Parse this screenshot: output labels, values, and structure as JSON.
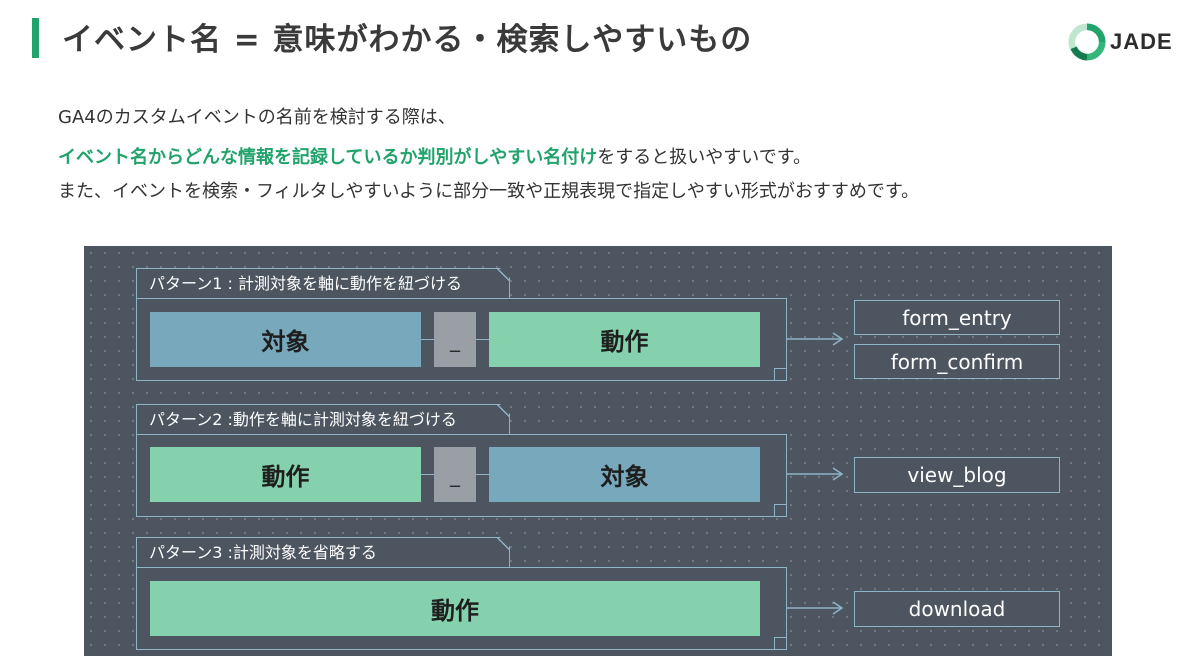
{
  "header": {
    "title": "イベント名 = 意味がわかる・検索しやすいもの",
    "logo_text": "JADE",
    "accent_color": "#22a36b"
  },
  "intro": {
    "line1": "GA4のカスタムイベントの名前を検討する際は、",
    "line2_highlight": "イベント名からどんな情報を記録しているか判別がしやすい名付け",
    "line2_rest": "をすると扱いやすいです。",
    "line3": "また、イベントを検索・フィルタしやすいように部分一致や正規表現で指定しやすい形式がおすすめです。"
  },
  "patterns": [
    {
      "label": "パターン1 : 計測対象を軸に動作を紐づける",
      "left": "対象",
      "separator": "_",
      "right": "動作",
      "outputs": [
        "form_entry",
        "form_confirm"
      ]
    },
    {
      "label": "パターン2 :動作を軸に計測対象を紐づける",
      "left": "動作",
      "separator": "_",
      "right": "対象",
      "outputs": [
        "view_blog"
      ]
    },
    {
      "label": "パターン3 :計測対象を省略する",
      "single": "動作",
      "outputs": [
        "download"
      ]
    }
  ],
  "colors": {
    "object_block": "#78a8bc",
    "action_block": "#86d1ad",
    "separator_block": "#9a9fa6",
    "diagram_bg": "#4d5560",
    "line": "#8fb4c8"
  }
}
